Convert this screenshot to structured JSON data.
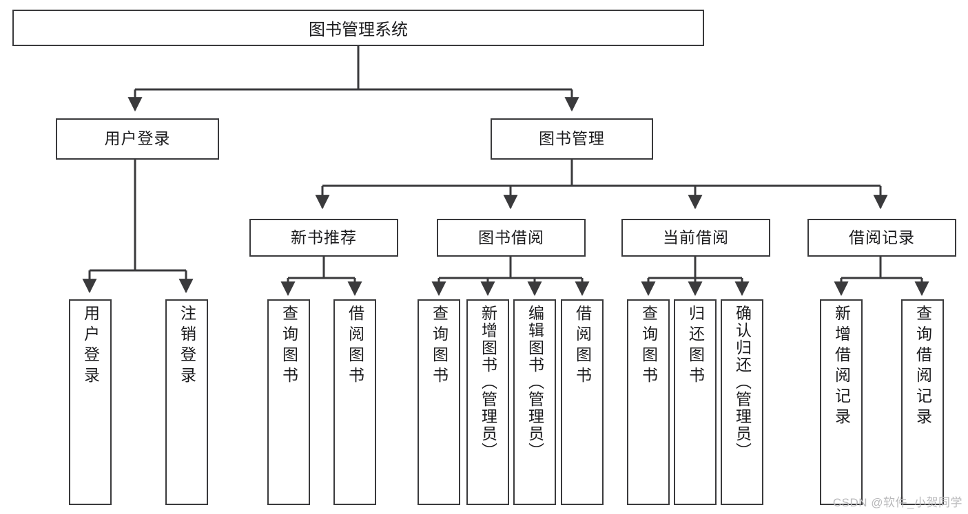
{
  "diagram": {
    "title": "图书管理系统",
    "type": "tree-hierarchy",
    "style": {
      "background": "#ffffff",
      "line_color": "#3a3a3c",
      "box_border": "#3a3a3c",
      "box_fill": "#ffffff",
      "text_color": "#1b1b1d",
      "watermark_color": "#b9b9bb"
    },
    "levels": {
      "root": {
        "label": "图书管理系统"
      },
      "level2": [
        {
          "label": "用户登录"
        },
        {
          "label": "图书管理"
        }
      ],
      "level3": [
        {
          "label": "新书推荐"
        },
        {
          "label": "图书借阅"
        },
        {
          "label": "当前借阅"
        },
        {
          "label": "借阅记录"
        }
      ],
      "leaves": {
        "user_login": [
          {
            "label": "用户登录"
          },
          {
            "label": "注销登录"
          }
        ],
        "new_book_recommend": [
          {
            "label": "查询图书"
          },
          {
            "label": "借阅图书"
          }
        ],
        "book_borrow": [
          {
            "label": "查询图书"
          },
          {
            "label": "新增图书（管理员）"
          },
          {
            "label": "编辑图书（管理员）"
          },
          {
            "label": "借阅图书"
          }
        ],
        "current_borrow": [
          {
            "label": "查询图书"
          },
          {
            "label": "归还图书"
          },
          {
            "label": "确认归还（管理员）"
          }
        ],
        "borrow_record": [
          {
            "label": "新增借阅记录"
          },
          {
            "label": "查询借阅记录"
          }
        ]
      }
    }
  },
  "watermark": {
    "text": "CSDN @软件_小贺同学"
  }
}
